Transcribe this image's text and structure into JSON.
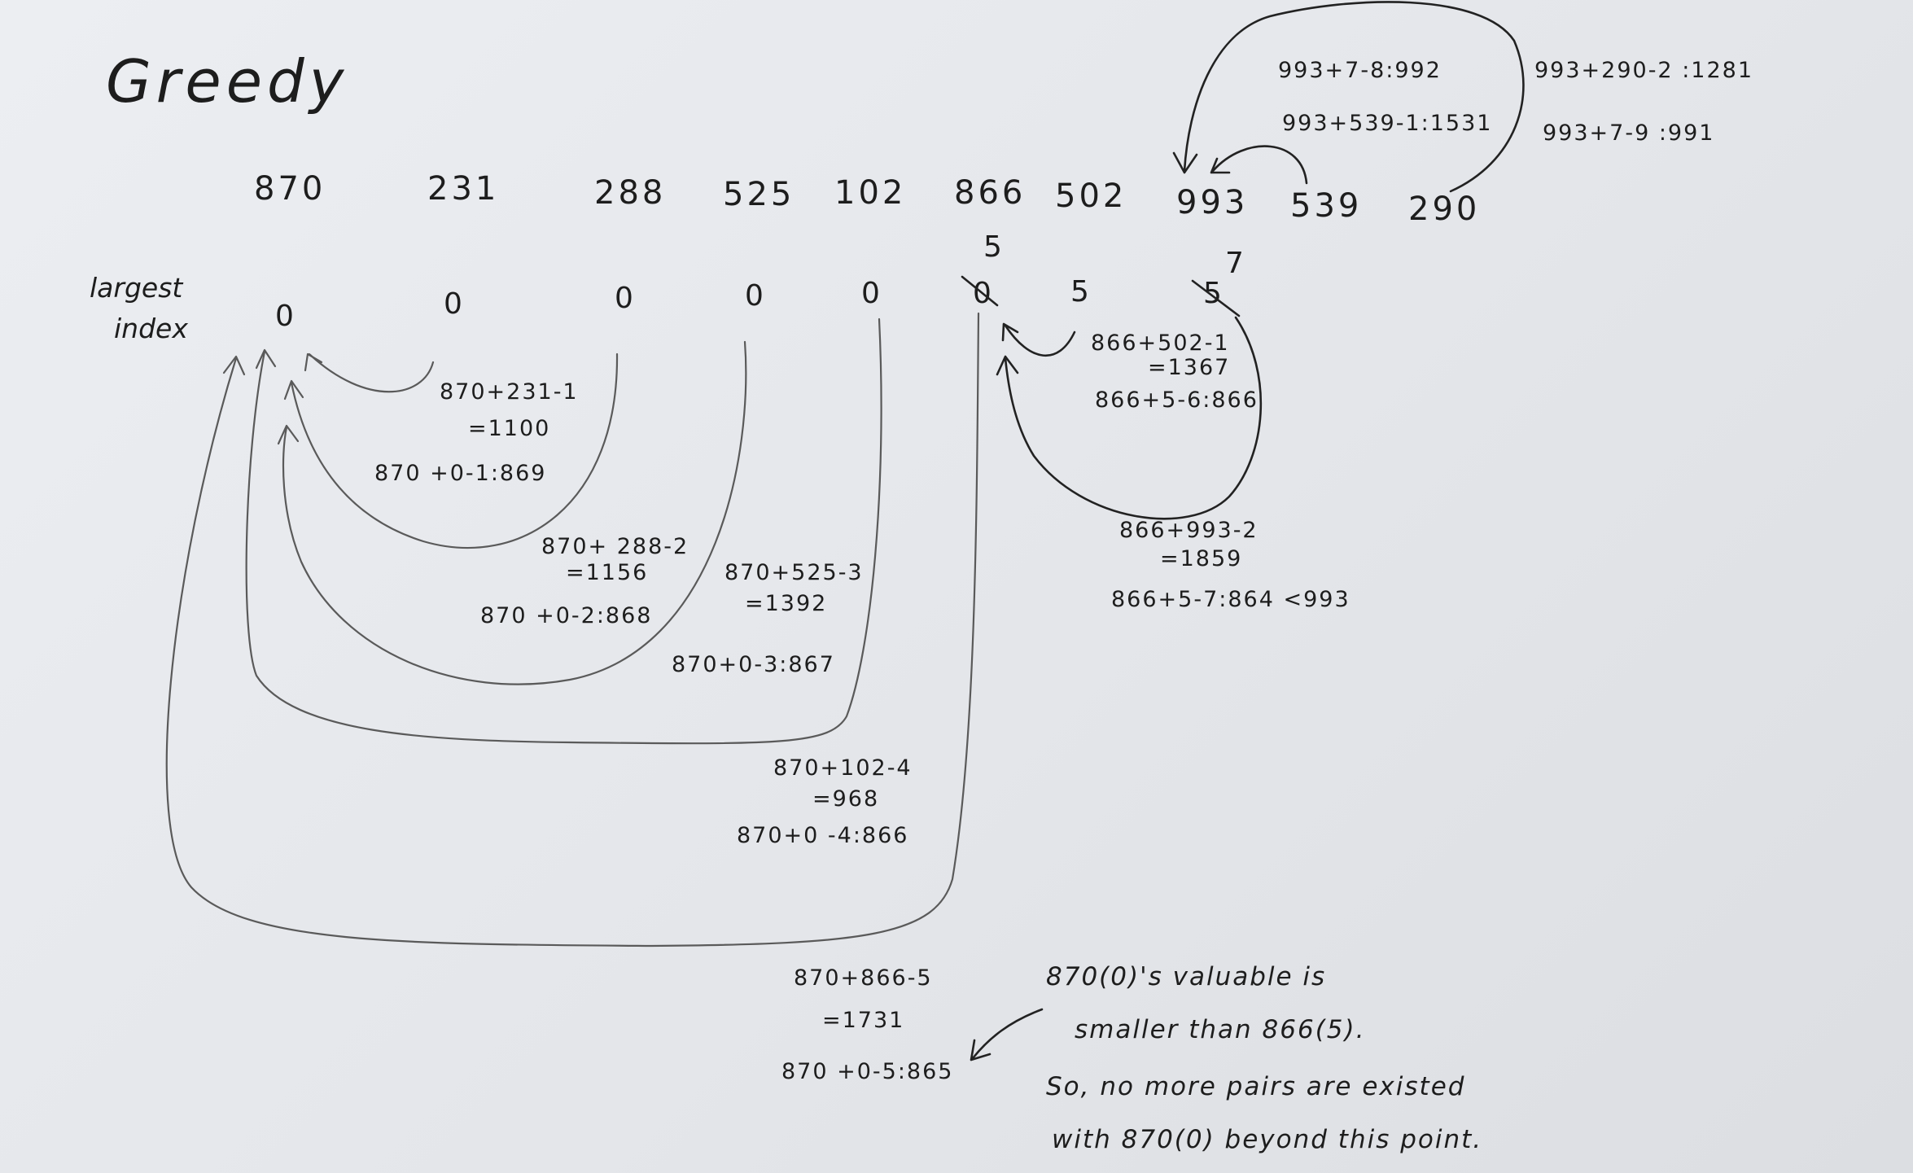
{
  "title": "Greedy",
  "side_label": [
    "largest",
    "index"
  ],
  "numbers": [
    "870",
    "231",
    "288",
    "525",
    "102",
    "866",
    "502",
    "993",
    "539",
    "290"
  ],
  "index_row": [
    "0",
    "0",
    "0",
    "0",
    "0",
    "0",
    "5",
    "5"
  ],
  "index_updates": [
    "5",
    "7"
  ],
  "calc": {
    "c231a": "870+231-1",
    "c231b": "=1100",
    "c231c": "870 +0-1:869",
    "c288a": "870+ 288-2",
    "c288b": "=1156",
    "c288c": "870 +0-2:868",
    "c525a": "870+525-3",
    "c525b": "=1392",
    "c525c": "870+0-3:867",
    "c102a": "870+102-4",
    "c102b": "=968",
    "c102c": "870+0 -4:866",
    "c866a": "870+866-5",
    "c866b": "=1731",
    "c866c": "870 +0-5:865",
    "c502a": "866+502-1",
    "c502b": "=1367",
    "c502c": "866+5-6:866",
    "c993a": "866+993-2",
    "c993b": "=1859",
    "c993c": "866+5-7:864 <993",
    "c539a": "993+539-1:1531",
    "c290a": "993+7-8:992",
    "c290b": "993+290-2 :1281",
    "c290c": "993+7-9 :991"
  },
  "note": [
    "870(0)'s valuable is",
    "smaller than 866(5).",
    "So, no more pairs are existed",
    "with 870(0) beyond this point."
  ]
}
